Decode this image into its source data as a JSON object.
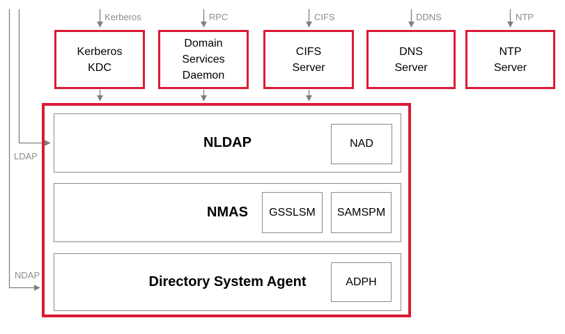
{
  "colors": {
    "box_red": "#da1a35",
    "wire_gray": "#7f7f7f",
    "label_gray": "#8c8c8c",
    "inner_border_gray": "#8a8a8a",
    "text_black": "#000000",
    "background": "#ffffff"
  },
  "top_flows": [
    {
      "label": "Kerberos"
    },
    {
      "label": "RPC"
    },
    {
      "label": "CIFS"
    },
    {
      "label": "DDNS"
    },
    {
      "label": "NTP"
    }
  ],
  "servers": [
    {
      "label": "Kerberos\nKDC"
    },
    {
      "label": "Domain\nServices\nDaemon"
    },
    {
      "label": "CIFS\nServer"
    },
    {
      "label": "DNS\nServer"
    },
    {
      "label": "NTP\nServer"
    }
  ],
  "side_flows": [
    {
      "label": "LDAP"
    },
    {
      "label": "NDAP"
    }
  ],
  "edirectory": {
    "rows": [
      {
        "title": "NLDAP",
        "modules": [
          "NAD"
        ]
      },
      {
        "title": "NMAS",
        "modules": [
          "GSSLSM",
          "SAMSPM"
        ]
      },
      {
        "title": "Directory System Agent",
        "modules": [
          "ADPH"
        ]
      }
    ]
  }
}
